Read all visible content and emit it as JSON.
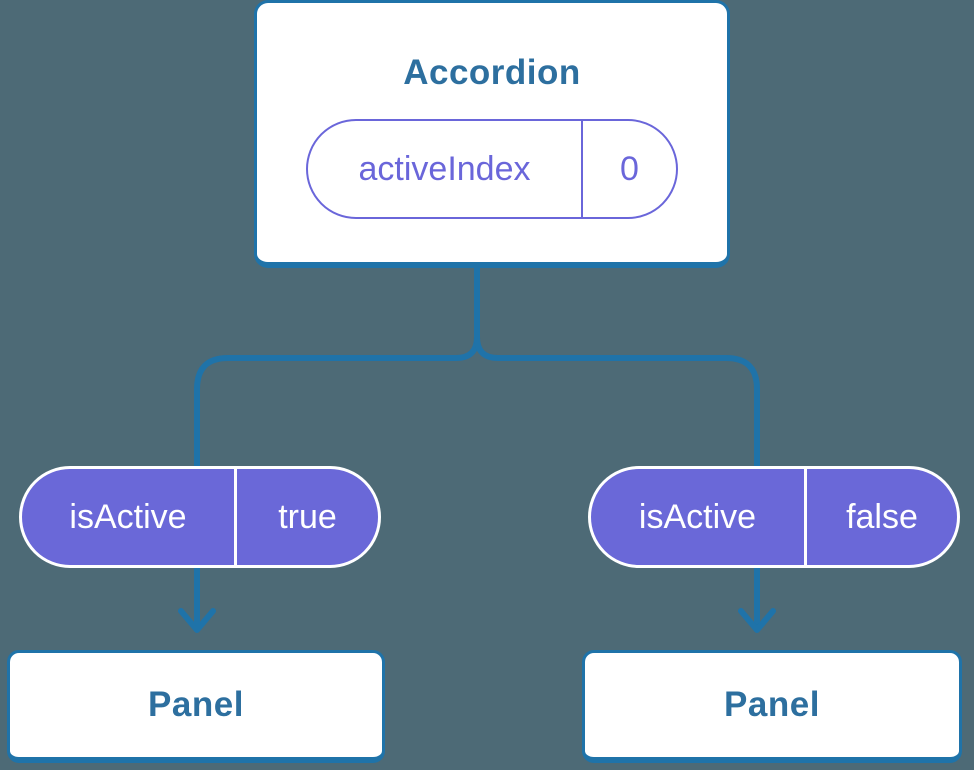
{
  "diagram": {
    "root": {
      "title": "Accordion",
      "state": {
        "name": "activeIndex",
        "value": "0"
      }
    },
    "props": [
      {
        "name": "isActive",
        "value": "true"
      },
      {
        "name": "isActive",
        "value": "false"
      }
    ],
    "children": [
      {
        "title": "Panel"
      },
      {
        "title": "Panel"
      }
    ]
  },
  "colors": {
    "background": "#4d6a76",
    "line": "#1f73a9",
    "card_text": "#2d6f9f",
    "purple_fill": "#6a68d8",
    "purple_outline": "#6a66da",
    "card_background": "#ffffff"
  }
}
